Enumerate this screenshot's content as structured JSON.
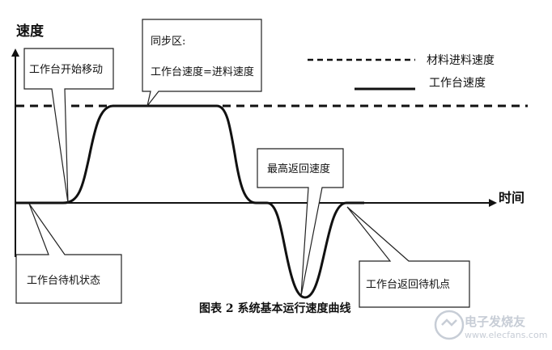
{
  "axes": {
    "y_label": "速度",
    "x_label": "时间"
  },
  "legend": {
    "material_feed_speed": "材料进料速度",
    "table_speed": "工作台速度"
  },
  "callouts": {
    "table_start_moving": "工作台开始移动",
    "sync_zone_title": "同步区:",
    "sync_zone_equation": "工作台速度=进料速度",
    "max_return_speed": "最高返回速度",
    "table_standby": "工作台待机状态",
    "table_return_standby": "工作台返回待机点"
  },
  "caption": "图表 2 系统基本运行速度曲线",
  "watermark": {
    "cn": "电子发烧友",
    "en": "www.elecfans.com"
  },
  "colors": {
    "ink": "#111111",
    "callout_border": "#222222",
    "watermark": "#c7cdd6"
  }
}
